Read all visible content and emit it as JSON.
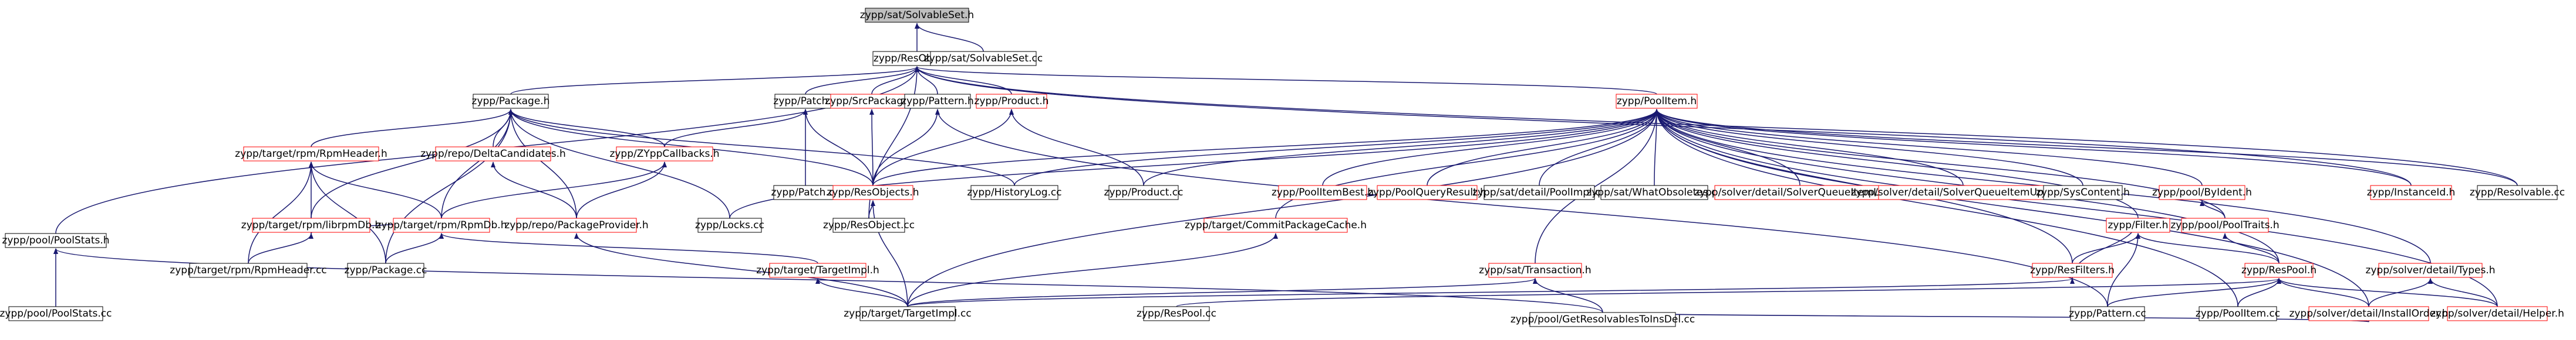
{
  "diagram": {
    "type": "include-dependency-graph",
    "colors": {
      "edge": "#191970",
      "root_fill": "#bfbfbf",
      "node_border": "#000000",
      "node_border_alt": "#ff0000",
      "text": "#000000"
    },
    "nodes": [
      {
        "id": "n0",
        "label": "zypp/sat/SolvableSet.h",
        "root": true
      },
      {
        "id": "n1",
        "label": "zypp/ResObject.h"
      },
      {
        "id": "n2",
        "label": "zypp/sat/SolvableSet.cc"
      },
      {
        "id": "n3",
        "label": "zypp/Package.h"
      },
      {
        "id": "n4",
        "label": "zypp/Patch.h"
      },
      {
        "id": "n5",
        "label": "zypp/SrcPackage.h",
        "red": true
      },
      {
        "id": "n6",
        "label": "zypp/Pattern.h"
      },
      {
        "id": "n7",
        "label": "zypp/Product.h",
        "red": true
      },
      {
        "id": "n8",
        "label": "zypp/PoolItem.h",
        "red": true
      },
      {
        "id": "n9",
        "label": "zypp/target/rpm/RpmHeader.h",
        "red": true
      },
      {
        "id": "n10",
        "label": "zypp/repo/DeltaCandidates.h",
        "red": true
      },
      {
        "id": "n11",
        "label": "zypp/ZYppCallbacks.h",
        "red": true
      },
      {
        "id": "n12",
        "label": "zypp/Patch.cc"
      },
      {
        "id": "n13",
        "label": "zypp/ResObjects.h",
        "red": true
      },
      {
        "id": "n14",
        "label": "zypp/HistoryLog.cc"
      },
      {
        "id": "n15",
        "label": "zypp/Product.cc"
      },
      {
        "id": "n16",
        "label": "zypp/PoolItemBest.h",
        "red": true
      },
      {
        "id": "n17",
        "label": "zypp/PoolQueryResult.h",
        "red": true
      },
      {
        "id": "n18",
        "label": "zypp/sat/detail/PoolImpl.cc"
      },
      {
        "id": "n19",
        "label": "zypp/sat/WhatObsoletes.cc"
      },
      {
        "id": "n20",
        "label": "zypp/solver/detail/SolverQueueItemLock.h",
        "red": true
      },
      {
        "id": "n21",
        "label": "zypp/solver/detail/SolverQueueItemUpdate.h",
        "red": true
      },
      {
        "id": "n22",
        "label": "zypp/SysContent.h"
      },
      {
        "id": "n23",
        "label": "zypp/pool/ByIdent.h",
        "red": true
      },
      {
        "id": "n24",
        "label": "zypp/InstanceId.h",
        "red": true
      },
      {
        "id": "n25",
        "label": "zypp/Resolvable.cc"
      },
      {
        "id": "n26",
        "label": "zypp/target/rpm/librpmDb.h",
        "red": true
      },
      {
        "id": "n27",
        "label": "zypp/target/rpm/RpmDb.h",
        "red": true
      },
      {
        "id": "n28",
        "label": "zypp/repo/PackageProvider.h",
        "red": true
      },
      {
        "id": "n29",
        "label": "zypp/Locks.cc"
      },
      {
        "id": "n30",
        "label": "zypp/ResObject.cc"
      },
      {
        "id": "n31",
        "label": "zypp/target/CommitPackageCache.h",
        "red": true
      },
      {
        "id": "n32",
        "label": "zypp/Filter.h",
        "red": true
      },
      {
        "id": "n33",
        "label": "zypp/pool/PoolTraits.h",
        "red": true
      },
      {
        "id": "n34",
        "label": "zypp/pool/PoolStats.h"
      },
      {
        "id": "n35",
        "label": "zypp/target/rpm/RpmHeader.cc"
      },
      {
        "id": "n36",
        "label": "zypp/Package.cc"
      },
      {
        "id": "n37",
        "label": "zypp/target/TargetImpl.h",
        "red": true
      },
      {
        "id": "n38",
        "label": "zypp/sat/Transaction.h",
        "red": true
      },
      {
        "id": "n39",
        "label": "zypp/ResFilters.h",
        "red": true
      },
      {
        "id": "n40",
        "label": "zypp/ResPool.h",
        "red": true
      },
      {
        "id": "n41",
        "label": "zypp/solver/detail/Types.h",
        "red": true
      },
      {
        "id": "n42",
        "label": "zypp/pool/PoolStats.cc"
      },
      {
        "id": "n43",
        "label": "zypp/target/TargetImpl.cc"
      },
      {
        "id": "n44",
        "label": "zypp/ResPool.cc"
      },
      {
        "id": "n45",
        "label": "zypp/Pattern.cc"
      },
      {
        "id": "n46",
        "label": "zypp/PoolItem.cc"
      },
      {
        "id": "n47",
        "label": "zypp/solver/detail/InstallOrder.h",
        "red": true
      },
      {
        "id": "n48",
        "label": "zypp/solver/detail/Helper.h",
        "red": true
      },
      {
        "id": "n49",
        "label": "zypp/pool/GetResolvablesToInsDel.cc"
      }
    ],
    "edges": [
      [
        "n0",
        "n1"
      ],
      [
        "n0",
        "n2"
      ],
      [
        "n1",
        "n3"
      ],
      [
        "n1",
        "n4"
      ],
      [
        "n1",
        "n5"
      ],
      [
        "n1",
        "n6"
      ],
      [
        "n1",
        "n7"
      ],
      [
        "n1",
        "n8"
      ],
      [
        "n1",
        "n30"
      ],
      [
        "n1",
        "n34"
      ],
      [
        "n1",
        "n24"
      ],
      [
        "n1",
        "n25"
      ],
      [
        "n3",
        "n9"
      ],
      [
        "n3",
        "n10"
      ],
      [
        "n3",
        "n11"
      ],
      [
        "n3",
        "n13"
      ],
      [
        "n3",
        "n26"
      ],
      [
        "n3",
        "n27"
      ],
      [
        "n3",
        "n28"
      ],
      [
        "n3",
        "n36"
      ],
      [
        "n3",
        "n14"
      ],
      [
        "n3",
        "n29"
      ],
      [
        "n4",
        "n12"
      ],
      [
        "n4",
        "n13"
      ],
      [
        "n4",
        "n11"
      ],
      [
        "n5",
        "n13"
      ],
      [
        "n6",
        "n13"
      ],
      [
        "n6",
        "n45"
      ],
      [
        "n7",
        "n13"
      ],
      [
        "n7",
        "n15"
      ],
      [
        "n8",
        "n13"
      ],
      [
        "n8",
        "n14"
      ],
      [
        "n8",
        "n15"
      ],
      [
        "n8",
        "n16"
      ],
      [
        "n8",
        "n17"
      ],
      [
        "n8",
        "n18"
      ],
      [
        "n8",
        "n19"
      ],
      [
        "n8",
        "n20"
      ],
      [
        "n8",
        "n21"
      ],
      [
        "n8",
        "n22"
      ],
      [
        "n8",
        "n23"
      ],
      [
        "n8",
        "n24"
      ],
      [
        "n8",
        "n25"
      ],
      [
        "n8",
        "n29"
      ],
      [
        "n8",
        "n31"
      ],
      [
        "n8",
        "n32"
      ],
      [
        "n8",
        "n33"
      ],
      [
        "n8",
        "n38"
      ],
      [
        "n8",
        "n39"
      ],
      [
        "n8",
        "n40"
      ],
      [
        "n8",
        "n41"
      ],
      [
        "n8",
        "n43"
      ],
      [
        "n8",
        "n46"
      ],
      [
        "n8",
        "n47"
      ],
      [
        "n8",
        "n48"
      ],
      [
        "n9",
        "n26"
      ],
      [
        "n9",
        "n27"
      ],
      [
        "n9",
        "n35"
      ],
      [
        "n9",
        "n36"
      ],
      [
        "n10",
        "n28"
      ],
      [
        "n11",
        "n27"
      ],
      [
        "n11",
        "n28"
      ],
      [
        "n13",
        "n30"
      ],
      [
        "n13",
        "n43"
      ],
      [
        "n26",
        "n35"
      ],
      [
        "n26",
        "n27"
      ],
      [
        "n27",
        "n36"
      ],
      [
        "n27",
        "n37"
      ],
      [
        "n28",
        "n43"
      ],
      [
        "n31",
        "n43"
      ],
      [
        "n32",
        "n39"
      ],
      [
        "n32",
        "n40"
      ],
      [
        "n32",
        "n45"
      ],
      [
        "n23",
        "n33"
      ],
      [
        "n33",
        "n40"
      ],
      [
        "n34",
        "n42"
      ],
      [
        "n34",
        "n49"
      ],
      [
        "n37",
        "n43"
      ],
      [
        "n38",
        "n43"
      ],
      [
        "n38",
        "n49"
      ],
      [
        "n39",
        "n43"
      ],
      [
        "n39",
        "n32"
      ],
      [
        "n40",
        "n44"
      ],
      [
        "n40",
        "n45"
      ],
      [
        "n40",
        "n46"
      ],
      [
        "n40",
        "n47"
      ],
      [
        "n40",
        "n48"
      ],
      [
        "n41",
        "n47"
      ],
      [
        "n41",
        "n48"
      ],
      [
        "n47",
        "n49"
      ]
    ]
  }
}
